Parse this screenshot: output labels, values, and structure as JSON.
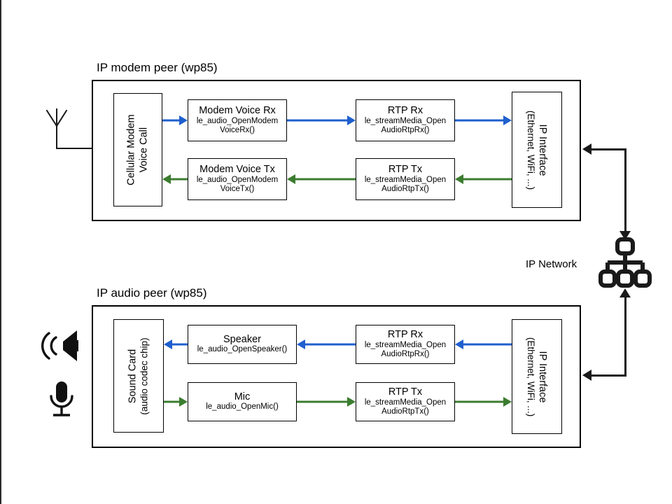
{
  "diagram": {
    "title": "IP voice / audio peer architecture",
    "colors": {
      "rx_flow": "#1F5FCE",
      "tx_flow": "#3C7C30",
      "network_link": "#1a1a1a",
      "box_border": "#000000",
      "background": "#ffffff"
    }
  },
  "modem_peer": {
    "title": "IP modem peer (wp85)",
    "source": {
      "line1": "Cellular Modem",
      "line2": "Voice Call"
    },
    "rx_stage": {
      "title": "Modem Voice Rx",
      "sub_line1": "le_audio_OpenModem",
      "sub_line2": "VoiceRx()"
    },
    "tx_stage": {
      "title": "Modem Voice Tx",
      "sub_line1": "le_audio_OpenModem",
      "sub_line2": "VoiceTx()"
    },
    "rtp_rx": {
      "title": "RTP Rx",
      "sub_line1": "le_streamMedia_Open",
      "sub_line2": "AudioRtpRx()"
    },
    "rtp_tx": {
      "title": "RTP Tx",
      "sub_line1": "le_streamMedia_Open",
      "sub_line2": "AudioRtpTx()"
    },
    "ip_interface": {
      "line1": "IP Interface",
      "line2": "(Ethernet, WiFi, ...)"
    },
    "antenna_icon": "antenna-icon"
  },
  "audio_peer": {
    "title": "IP audio peer (wp85)",
    "source": {
      "line1": "Sound Card",
      "line2": "(audio codec chip)"
    },
    "speaker_stage": {
      "title": "Speaker",
      "sub_line1": "le_audio_OpenSpeaker()",
      "sub_line2": ""
    },
    "mic_stage": {
      "title": "Mic",
      "sub_line1": "le_audio_OpenMic()",
      "sub_line2": ""
    },
    "rtp_rx": {
      "title": "RTP Rx",
      "sub_line1": "le_streamMedia_Open",
      "sub_line2": "AudioRtpRx()"
    },
    "rtp_tx": {
      "title": "RTP Tx",
      "sub_line1": "le_streamMedia_Open",
      "sub_line2": "AudioRtpTx()"
    },
    "ip_interface": {
      "line1": "IP Interface",
      "line2": "(Ethernet, WiFi, ...)"
    },
    "speaker_icon": "speaker-icon",
    "microphone_icon": "microphone-icon"
  },
  "network": {
    "label": "IP Network",
    "icon": "network-hierarchy-icon"
  }
}
